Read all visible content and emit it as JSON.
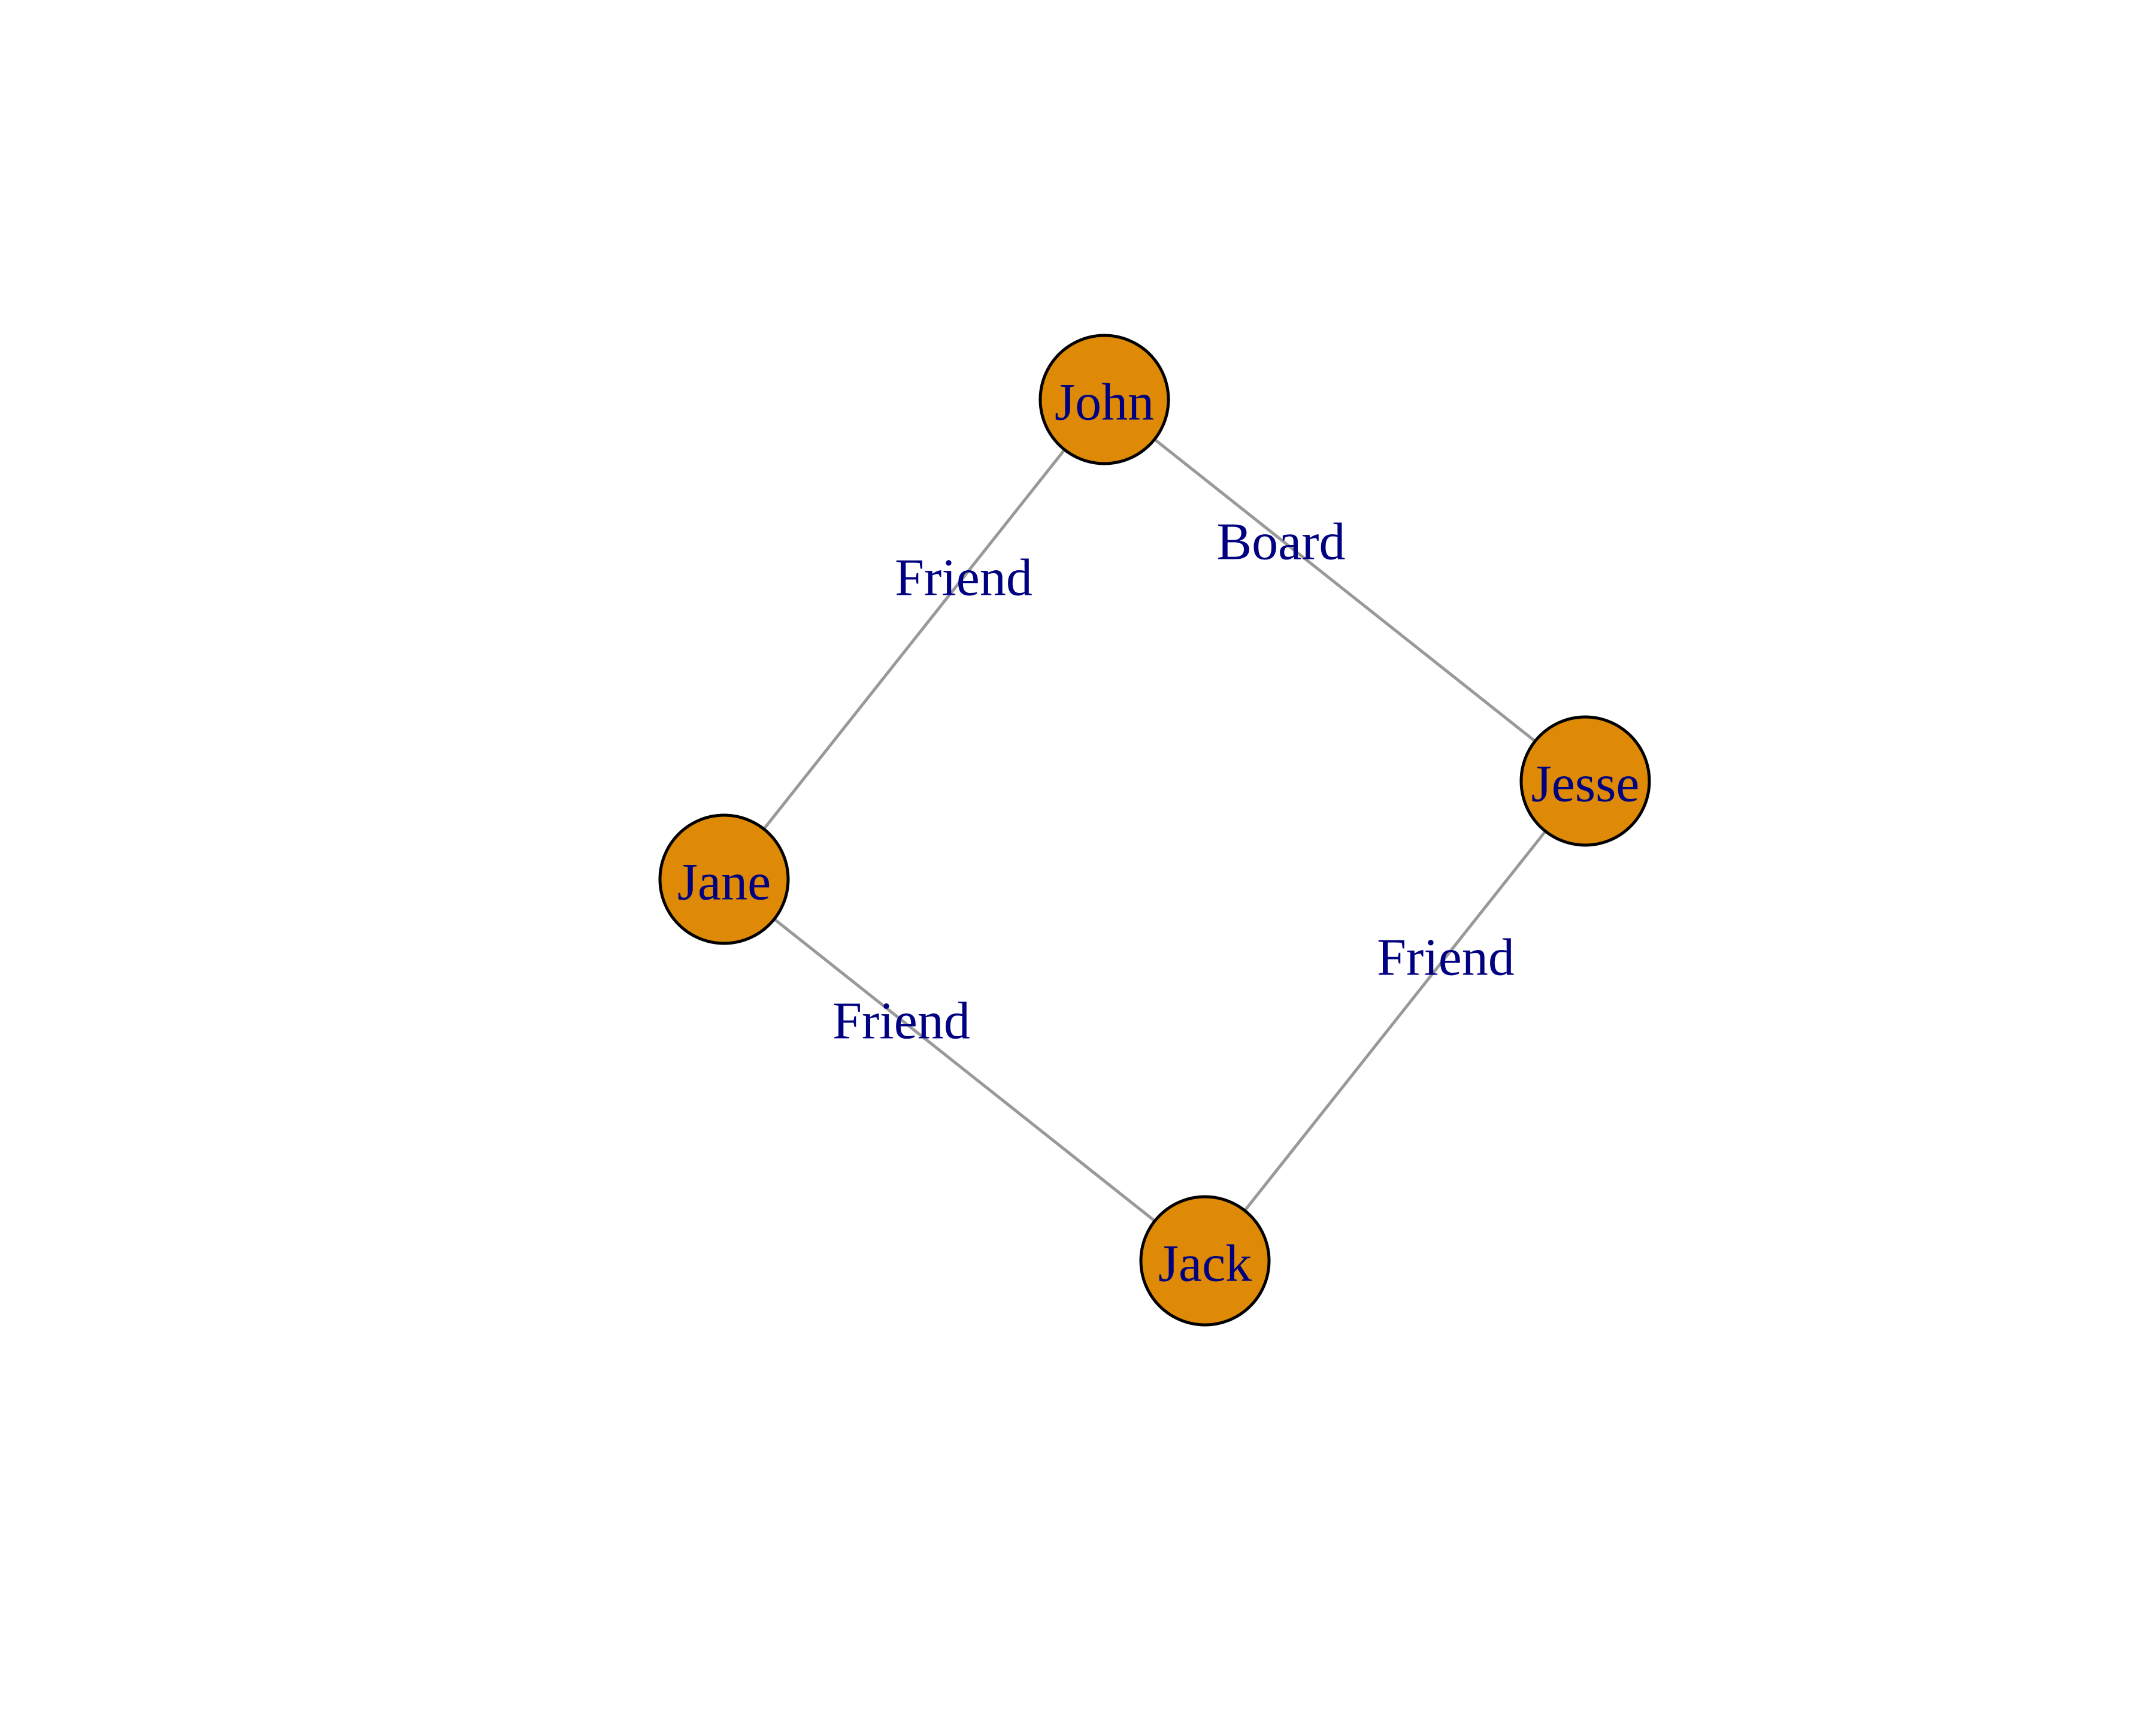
{
  "graph": {
    "nodes": [
      {
        "id": "John",
        "label": "John"
      },
      {
        "id": "Jesse",
        "label": "Jesse"
      },
      {
        "id": "Jane",
        "label": "Jane"
      },
      {
        "id": "Jack",
        "label": "Jack"
      }
    ],
    "edges": [
      {
        "from": "John",
        "to": "Jane",
        "label": "Friend"
      },
      {
        "from": "John",
        "to": "Jesse",
        "label": "Board"
      },
      {
        "from": "Jane",
        "to": "Jack",
        "label": "Friend"
      },
      {
        "from": "Jesse",
        "to": "Jack",
        "label": "Friend"
      }
    ],
    "colors": {
      "node_fill": "#DE8A06",
      "node_border": "#000000",
      "label": "#000080",
      "edge": "#999999"
    }
  }
}
